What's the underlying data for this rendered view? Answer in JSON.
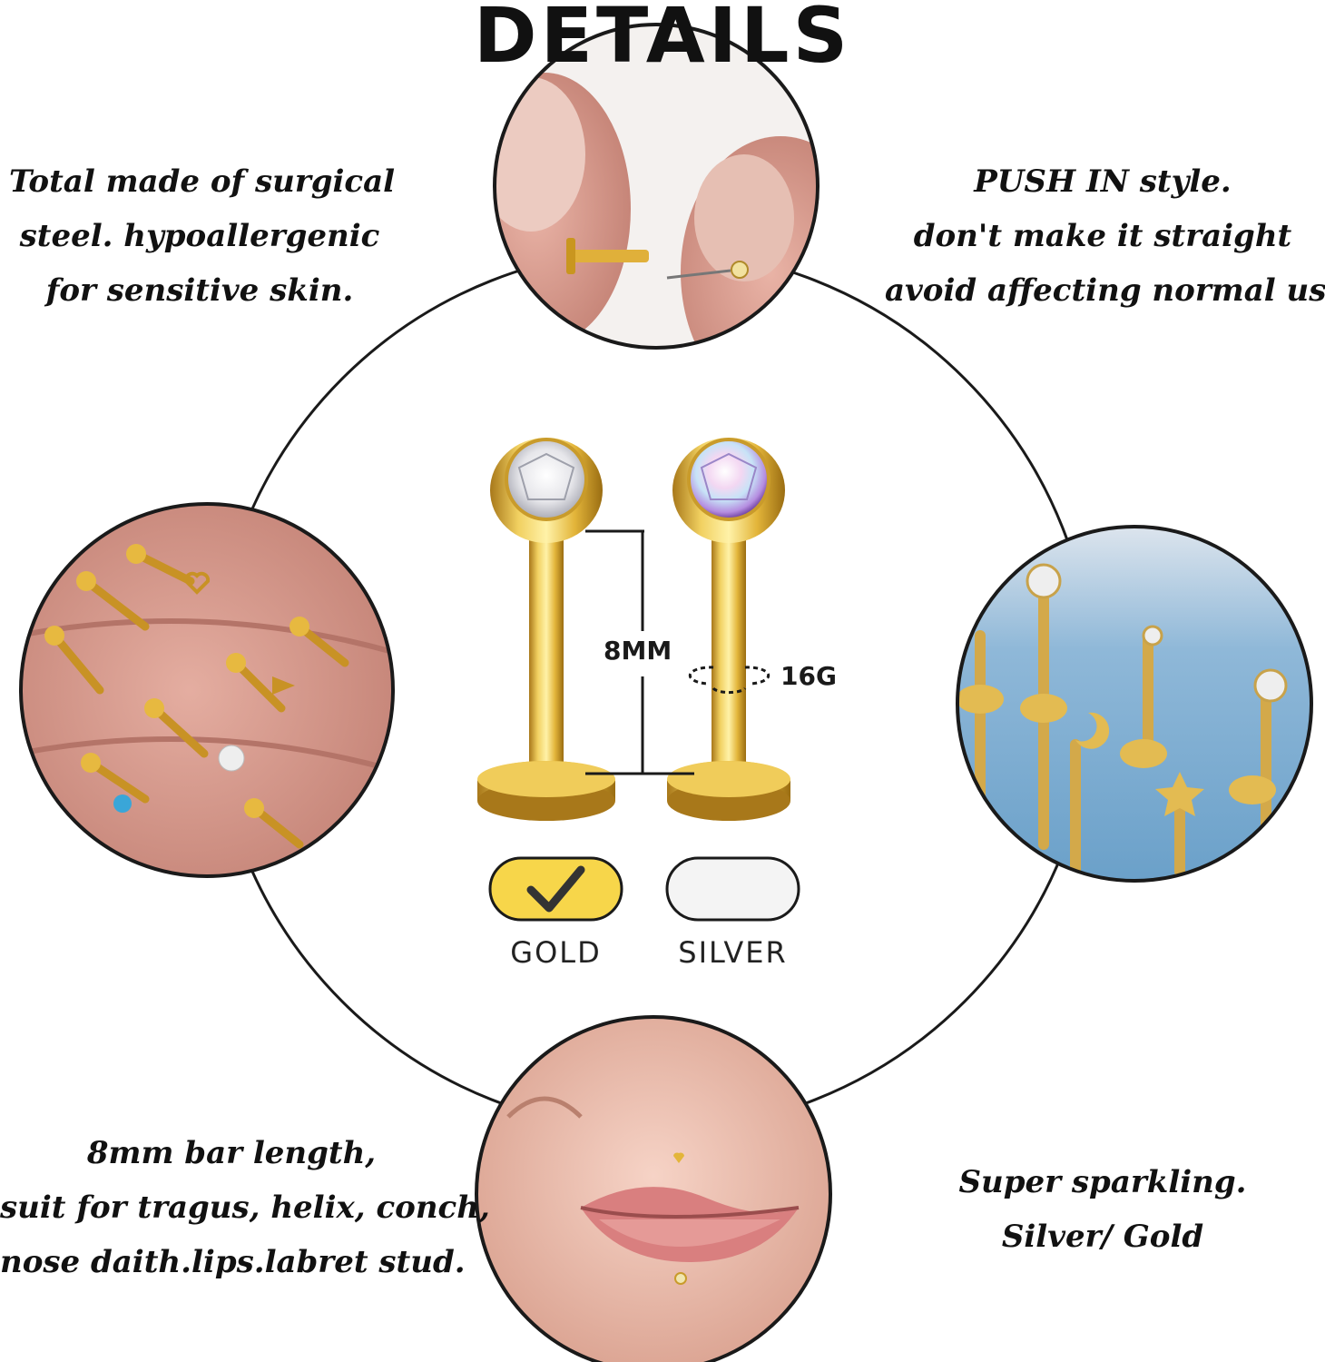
{
  "title": "DETAILS",
  "callouts": {
    "top_left": [
      "Total made of surgical",
      "steel. hypoallergenic",
      "for sensitive skin."
    ],
    "top_right": [
      "PUSH IN style.",
      "don't make it straight",
      "avoid affecting normal use"
    ],
    "bottom_left": [
      "8mm bar length,",
      "suit for tragus, helix, conch,",
      "nose daith.lips.labret stud."
    ],
    "bottom_right": [
      "Super sparkling.",
      "Silver/ Gold"
    ]
  },
  "dimensions": {
    "length_label": "8MM",
    "gauge_label": "16G"
  },
  "swatches": {
    "gold": {
      "label": "GOLD",
      "selected": true,
      "color": "#f7d64a"
    },
    "silver": {
      "label": "SILVER",
      "selected": false,
      "color": "#f4f4f4"
    }
  },
  "colors": {
    "gold_metal": "#e2b53a",
    "outline": "#1a1a1a"
  },
  "icons": {
    "check": "check-icon"
  }
}
